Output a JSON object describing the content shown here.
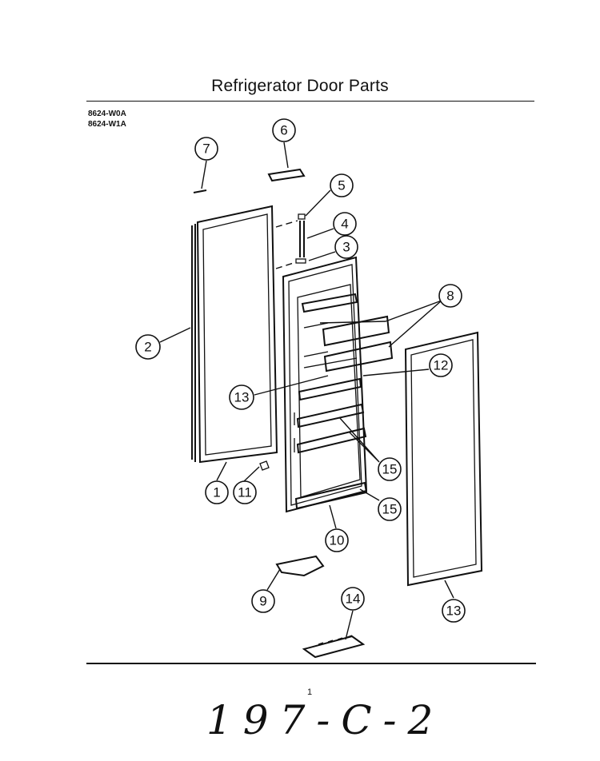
{
  "header": {
    "title": "Refrigerator Door Parts",
    "models": [
      "8624-W0A",
      "8624-W1A"
    ]
  },
  "diagram": {
    "callouts": [
      "1",
      "2",
      "3",
      "4",
      "5",
      "6",
      "7",
      "8",
      "9",
      "10",
      "11",
      "12",
      "13",
      "13",
      "14",
      "15",
      "15"
    ]
  },
  "footer": {
    "page_number": "1",
    "handwritten_code": "197-C-2"
  }
}
